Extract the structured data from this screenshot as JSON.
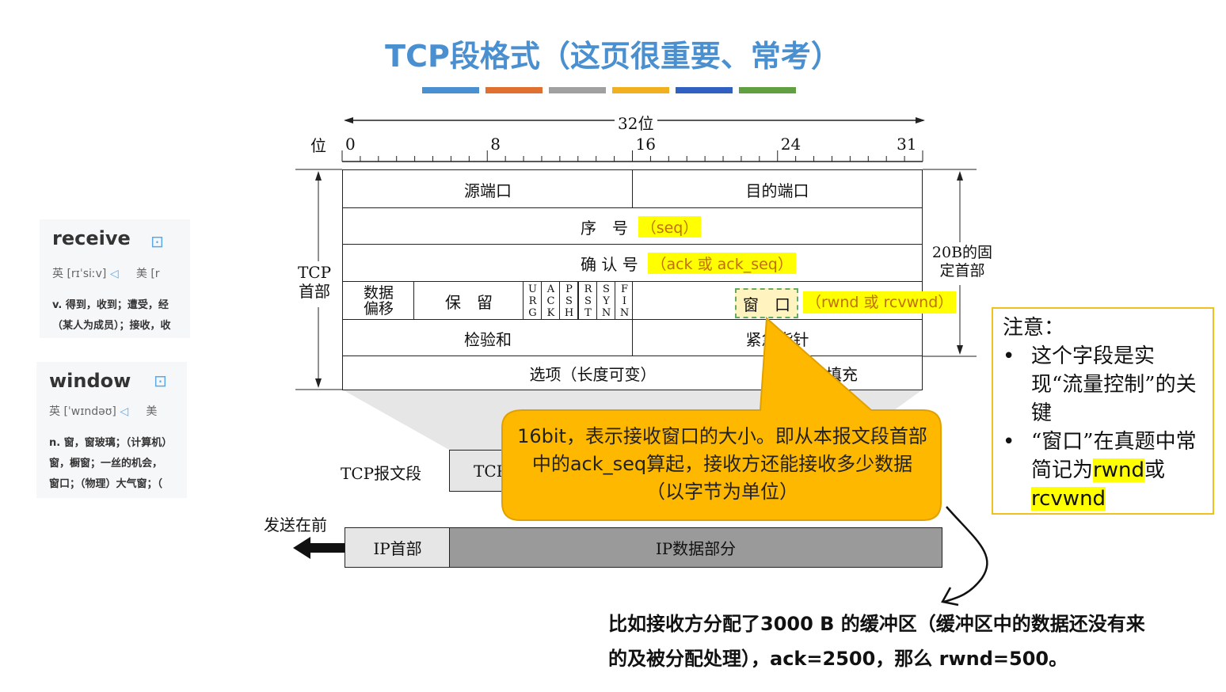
{
  "title": "TCP段格式（这页很重要、常考）",
  "color_bars": [
    "#4a90d0",
    "#e07030",
    "#a0a0a0",
    "#f0b020",
    "#3060c0",
    "#60a040"
  ],
  "ruler": {
    "label": "32位",
    "bit_label": "位",
    "ticks": [
      "0",
      "8",
      "16",
      "24",
      "31"
    ]
  },
  "header_rows": {
    "src_port": "源端口",
    "dst_port": "目的端口",
    "seq": "序　号",
    "seq_tag": "（seq）",
    "ack": "确 认 号",
    "ack_tag": "（ack 或 ack_seq）",
    "offset": "数据偏移",
    "reserved": "保　留",
    "flags": [
      "URG",
      "ACK",
      "PSH",
      "RST",
      "SYN",
      "FIN"
    ],
    "window": "窗　口",
    "window_tag": "（rwnd 或 rcvwnd）",
    "checksum": "检验和",
    "urgent": "紧急指针",
    "options": "选项（长度可变）",
    "padding": "填充"
  },
  "side_labels": {
    "tcp_header": "TCP首部",
    "fixed": "20B的固定首部"
  },
  "packet": {
    "segment_label": "TCP报文段",
    "tcp_box": "TCP",
    "send_first": "发送在前",
    "ip_header": "IP首部",
    "ip_data": "IP数据部分"
  },
  "callout": "16bit，表示接收窗口的大小。即从本报文段首部中的ack_seq算起，接收方还能接收多少数据（以字节为单位）",
  "dict": [
    {
      "word": "receive",
      "uk": "英 [rɪˈsiːv]",
      "us": "美 [r",
      "defs": [
        "v. 得到，收到；遭受，经",
        "（某人为成员）；接收，收"
      ]
    },
    {
      "word": "window",
      "uk": "英 [ˈwɪndəʊ]",
      "us": "美",
      "defs": [
        "n. 窗，窗玻璃；（计算机）",
        "窗，橱窗；一丝的机会，",
        "窗口；（物理）大气窗；（"
      ]
    }
  ],
  "note": {
    "head": "注意：",
    "items": [
      "这个字段是实现“流量控制”的关键",
      "“窗口”在真题中常简记为rwnd或rcvwnd"
    ],
    "hl1": "rwnd",
    "hl2": "rcvwnd"
  },
  "bottom_text": [
    "比如接收方分配了3000 B 的缓冲区（缓冲区中的数据还没有来",
    "的及被分配处理），ack=2500，那么 rwnd=500。"
  ]
}
